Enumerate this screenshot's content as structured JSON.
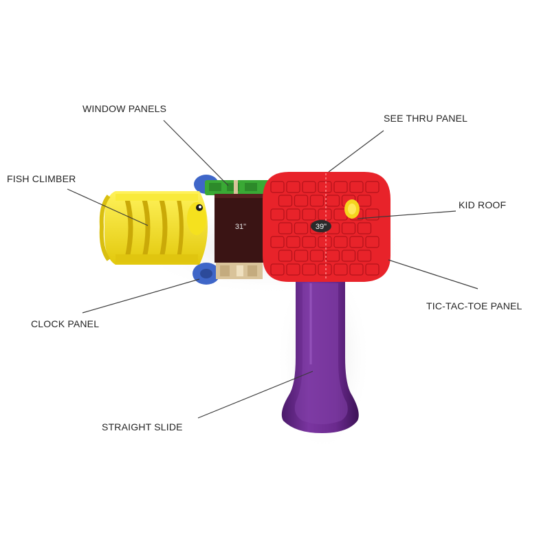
{
  "labels": {
    "window_panels": "WINDOW  PANELS",
    "see_thru_panel": "SEE THRU PANEL",
    "fish_climber": "FISH CLIMBER",
    "kid_roof": "KID ROOF",
    "clock_panel": "CLOCK  PANEL",
    "tic_tac_toe_panel": "TIC-TAC-TOE PANEL",
    "straight_slide": "STRAIGHT SLIDE"
  },
  "dimensions": {
    "deck_height": "31\"",
    "roof_height": "39\""
  },
  "colors": {
    "roof_red": "#e8232a",
    "climber_yellow": "#f5e11e",
    "slide_purple": "#6b2a8e",
    "deck_brown": "#3a1414",
    "panel_green": "#3aa935",
    "post_blue": "#3f66c8",
    "tan": "#d9c39a"
  }
}
